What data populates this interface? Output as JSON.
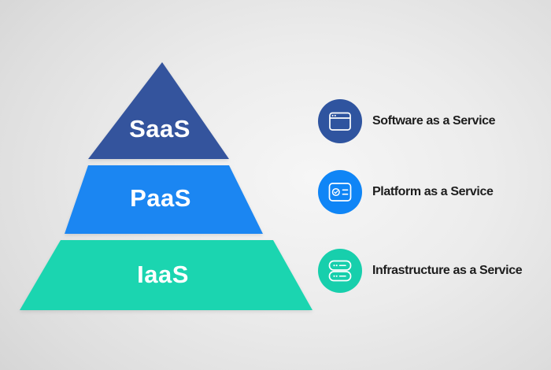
{
  "pyramid": {
    "layers": [
      {
        "id": "saas",
        "abbr": "SaaS",
        "color": "#34549D"
      },
      {
        "id": "paas",
        "abbr": "PaaS",
        "color": "#1B86F2"
      },
      {
        "id": "iaas",
        "abbr": "IaaS",
        "color": "#1BD5B0"
      }
    ]
  },
  "legend": {
    "items": [
      {
        "icon": "browser-window-icon",
        "circle_color": "#2F549F",
        "label": "Software as a Service"
      },
      {
        "icon": "checklist-icon",
        "circle_color": "#0F85F6",
        "label": "Platform as a Service"
      },
      {
        "icon": "server-stack-icon",
        "circle_color": "#17CFAC",
        "label": "Infrastructure as a Service"
      }
    ]
  },
  "palette": {
    "background_center": "#f6f6f6",
    "background_edge": "#d2d2d2",
    "pyramid_text": "#ffffff",
    "legend_text": "#1d1d1d"
  }
}
